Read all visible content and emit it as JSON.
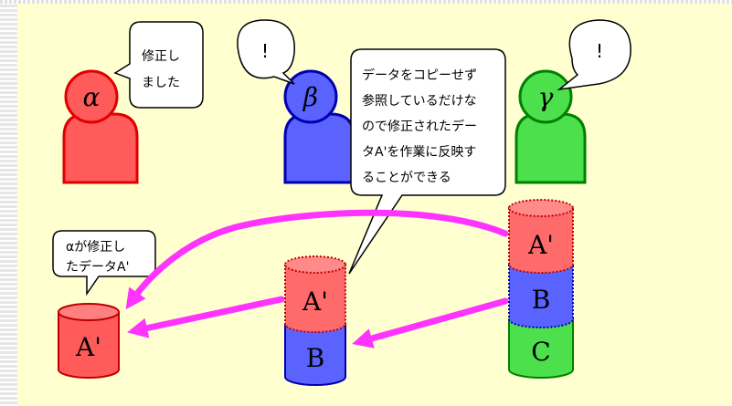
{
  "people": {
    "alpha": {
      "symbol": "α",
      "color": "#ff5b5b"
    },
    "beta": {
      "symbol": "β",
      "color": "#5b63ff"
    },
    "gamma": {
      "symbol": "γ",
      "color": "#4ce04c"
    }
  },
  "callouts": {
    "alpha_speech": [
      "修正し",
      "ました"
    ],
    "beta_exclaim": "!",
    "gamma_exclaim": "!",
    "center_note": [
      "データをコピーせず",
      "参照しているだけな",
      "ので修正されたデー",
      "タA'を作業に反映す",
      "ることができる"
    ],
    "alpha_data_note": [
      "αが修正し",
      "たデータA'"
    ]
  },
  "stacks": {
    "left": [
      "A'"
    ],
    "middle": [
      "A'",
      "B"
    ],
    "right": [
      "A'",
      "B",
      "C"
    ]
  },
  "colors": {
    "red": "#ff5b5b",
    "blue": "#5b63ff",
    "green": "#4ce04c",
    "arrow": "#ff33ff",
    "background": "#ffffd0"
  }
}
